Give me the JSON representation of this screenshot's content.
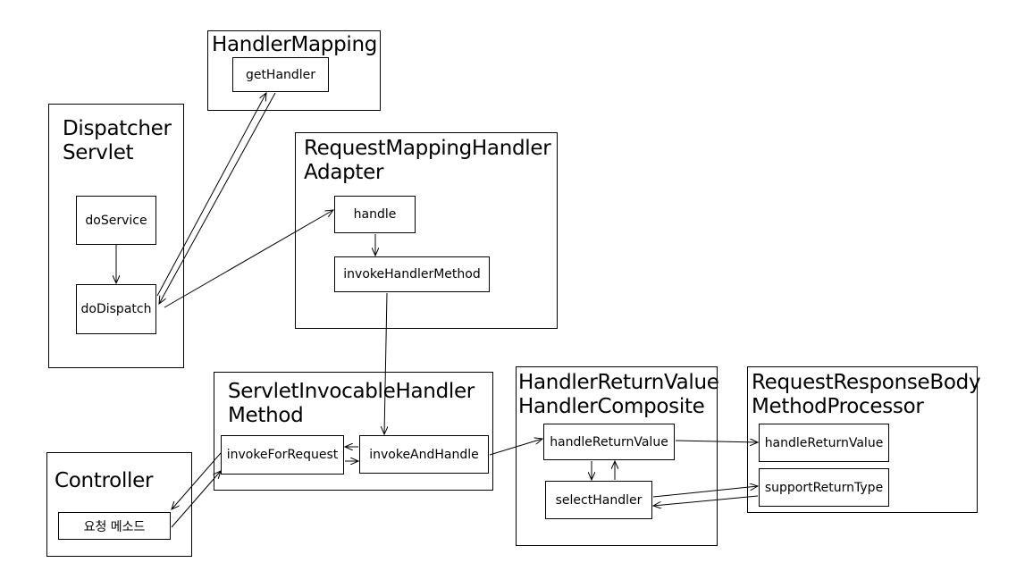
{
  "components": {
    "handler_mapping": {
      "title": "HandlerMapping",
      "methods": {
        "get_handler": "getHandler"
      }
    },
    "dispatcher_servlet": {
      "title": "Dispatcher\nServlet",
      "methods": {
        "do_service": "doService",
        "do_dispatch": "doDispatch"
      }
    },
    "request_mapping_handler_adapter": {
      "title": "RequestMappingHandler\nAdapter",
      "methods": {
        "handle": "handle",
        "invoke_handler_method": "invokeHandlerMethod"
      }
    },
    "servlet_invocable_handler_method": {
      "title": "ServletInvocableHandler\nMethod",
      "methods": {
        "invoke_for_request": "invokeForRequest",
        "invoke_and_handle": "invokeAndHandle"
      }
    },
    "controller": {
      "title": "Controller",
      "methods": {
        "request_method": "요청 메소드"
      }
    },
    "handler_return_value_handler_composite": {
      "title": "HandlerReturnValue\nHandlerComposite",
      "methods": {
        "handle_return_value": "handleReturnValue",
        "select_handler": "selectHandler"
      }
    },
    "request_response_body_method_processor": {
      "title": "RequestResponseBody\nMethodProcessor",
      "methods": {
        "handle_return_value": "handleReturnValue",
        "support_return_type": "supportReturnType"
      }
    }
  }
}
